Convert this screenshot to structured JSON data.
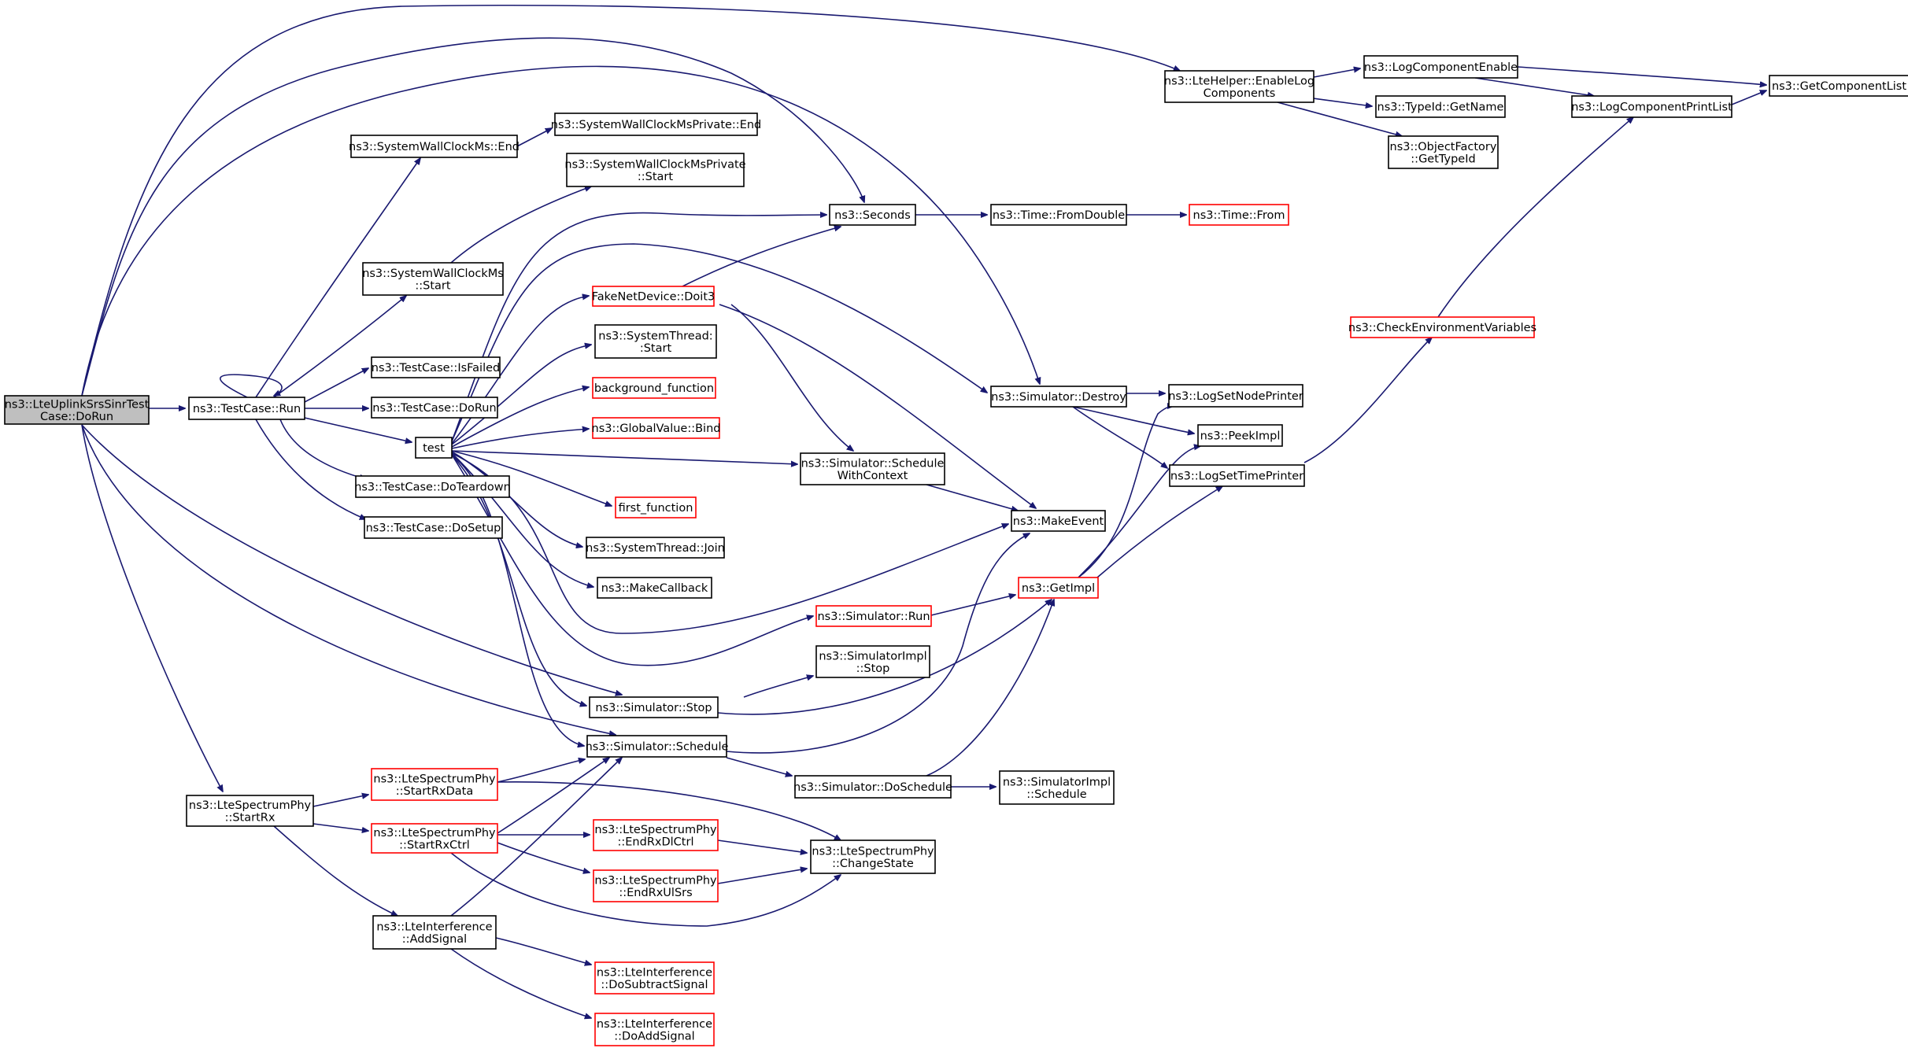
{
  "diagram": {
    "nodes": [
      {
        "id": "root",
        "lines": [
          "ns3::LteUplinkSrsSinrTest",
          "Case::DoRun"
        ],
        "style": "root"
      },
      {
        "id": "run",
        "lines": [
          "ns3::TestCase::Run"
        ],
        "style": "black"
      },
      {
        "id": "wcEnd",
        "lines": [
          "ns3::SystemWallClockMs::End"
        ],
        "style": "black"
      },
      {
        "id": "wcpEnd",
        "lines": [
          "ns3::SystemWallClockMsPrivate::End"
        ],
        "style": "black"
      },
      {
        "id": "wcpStart",
        "lines": [
          "ns3::SystemWallClockMsPrivate",
          "::Start"
        ],
        "style": "black"
      },
      {
        "id": "wcStart",
        "lines": [
          "ns3::SystemWallClockMs",
          "::Start"
        ],
        "style": "black"
      },
      {
        "id": "isFailed",
        "lines": [
          "ns3::TestCase::IsFailed"
        ],
        "style": "black"
      },
      {
        "id": "doRun",
        "lines": [
          "ns3::TestCase::DoRun"
        ],
        "style": "black"
      },
      {
        "id": "test",
        "lines": [
          "test"
        ],
        "style": "black"
      },
      {
        "id": "doTeardown",
        "lines": [
          "ns3::TestCase::DoTeardown"
        ],
        "style": "black"
      },
      {
        "id": "doSetup",
        "lines": [
          "ns3::TestCase::DoSetup"
        ],
        "style": "black"
      },
      {
        "id": "seconds",
        "lines": [
          "ns3::Seconds"
        ],
        "style": "black"
      },
      {
        "id": "fromDouble",
        "lines": [
          "ns3::Time::FromDouble"
        ],
        "style": "black"
      },
      {
        "id": "timeFrom",
        "lines": [
          "ns3::Time::From"
        ],
        "style": "red"
      },
      {
        "id": "doit3",
        "lines": [
          "FakeNetDevice::Doit3"
        ],
        "style": "red"
      },
      {
        "id": "threadStart",
        "lines": [
          "ns3::SystemThread:",
          ":Start"
        ],
        "style": "black"
      },
      {
        "id": "bgFunc",
        "lines": [
          "background_function"
        ],
        "style": "red"
      },
      {
        "id": "gvBind",
        "lines": [
          "ns3::GlobalValue::Bind"
        ],
        "style": "red"
      },
      {
        "id": "firstFunc",
        "lines": [
          "first_function"
        ],
        "style": "red"
      },
      {
        "id": "threadJoin",
        "lines": [
          "ns3::SystemThread::Join"
        ],
        "style": "black"
      },
      {
        "id": "makeCallback",
        "lines": [
          "ns3::MakeCallback"
        ],
        "style": "black"
      },
      {
        "id": "simRun",
        "lines": [
          "ns3::Simulator::Run"
        ],
        "style": "red"
      },
      {
        "id": "simImplStop",
        "lines": [
          "ns3::SimulatorImpl",
          "::Stop"
        ],
        "style": "black"
      },
      {
        "id": "simStop",
        "lines": [
          "ns3::Simulator::Stop"
        ],
        "style": "black"
      },
      {
        "id": "simSchedule",
        "lines": [
          "ns3::Simulator::Schedule"
        ],
        "style": "black"
      },
      {
        "id": "simDoSchedule",
        "lines": [
          "ns3::Simulator::DoSchedule"
        ],
        "style": "black"
      },
      {
        "id": "simImplSchedule",
        "lines": [
          "ns3::SimulatorImpl",
          "::Schedule"
        ],
        "style": "black"
      },
      {
        "id": "schedWithCtx",
        "lines": [
          "ns3::Simulator::Schedule",
          "WithContext"
        ],
        "style": "black"
      },
      {
        "id": "makeEvent",
        "lines": [
          "ns3::MakeEvent"
        ],
        "style": "black"
      },
      {
        "id": "getImpl",
        "lines": [
          "ns3::GetImpl"
        ],
        "style": "red"
      },
      {
        "id": "simDestroy",
        "lines": [
          "ns3::Simulator::Destroy"
        ],
        "style": "black"
      },
      {
        "id": "logSetNode",
        "lines": [
          "ns3::LogSetNodePrinter"
        ],
        "style": "black"
      },
      {
        "id": "peekImpl",
        "lines": [
          "ns3::PeekImpl"
        ],
        "style": "black"
      },
      {
        "id": "logSetTime",
        "lines": [
          "ns3::LogSetTimePrinter"
        ],
        "style": "black"
      },
      {
        "id": "checkEnv",
        "lines": [
          "ns3::CheckEnvironmentVariables"
        ],
        "style": "red"
      },
      {
        "id": "enableLog",
        "lines": [
          "ns3::LteHelper::EnableLog",
          "Components"
        ],
        "style": "black"
      },
      {
        "id": "logCompEnable",
        "lines": [
          "ns3::LogComponentEnable"
        ],
        "style": "black"
      },
      {
        "id": "typeIdGetName",
        "lines": [
          "ns3::TypeId::GetName"
        ],
        "style": "black"
      },
      {
        "id": "objFactory",
        "lines": [
          "ns3::ObjectFactory",
          "::GetTypeId"
        ],
        "style": "black"
      },
      {
        "id": "logCompPrint",
        "lines": [
          "ns3::LogComponentPrintList"
        ],
        "style": "black"
      },
      {
        "id": "getCompList",
        "lines": [
          "ns3::GetComponentList"
        ],
        "style": "black"
      },
      {
        "id": "startRx",
        "lines": [
          "ns3::LteSpectrumPhy",
          "::StartRx"
        ],
        "style": "black"
      },
      {
        "id": "startRxData",
        "lines": [
          "ns3::LteSpectrumPhy",
          "::StartRxData"
        ],
        "style": "red"
      },
      {
        "id": "startRxCtrl",
        "lines": [
          "ns3::LteSpectrumPhy",
          "::StartRxCtrl"
        ],
        "style": "red"
      },
      {
        "id": "endRxDlCtrl",
        "lines": [
          "ns3::LteSpectrumPhy",
          "::EndRxDlCtrl"
        ],
        "style": "red"
      },
      {
        "id": "endRxUlSrs",
        "lines": [
          "ns3::LteSpectrumPhy",
          "::EndRxUlSrs"
        ],
        "style": "red"
      },
      {
        "id": "changeState",
        "lines": [
          "ns3::LteSpectrumPhy",
          "::ChangeState"
        ],
        "style": "black"
      },
      {
        "id": "addSignal",
        "lines": [
          "ns3::LteInterference",
          "::AddSignal"
        ],
        "style": "black"
      },
      {
        "id": "doSubtract",
        "lines": [
          "ns3::LteInterference",
          "::DoSubtractSignal"
        ],
        "style": "red"
      },
      {
        "id": "doAddSignal",
        "lines": [
          "ns3::LteInterference",
          "::DoAddSignal"
        ],
        "style": "red"
      }
    ]
  }
}
